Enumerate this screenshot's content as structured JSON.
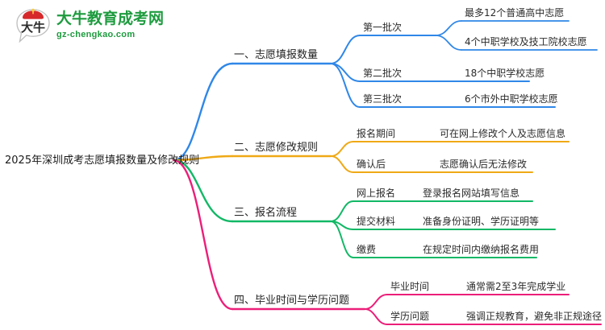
{
  "logo": {
    "mark_text": "大牛",
    "name_cn": "大牛教育成考网",
    "name_en": "gz-chengkao.com",
    "brand_green": "#1e9b3f",
    "brand_red": "#d6282b"
  },
  "mindmap": {
    "root": {
      "label": "2025年深圳成考志愿填报数量及修改规则"
    },
    "branches": [
      {
        "label": "一、志愿填报数量",
        "color": "#2f87e8",
        "children": [
          {
            "label": "第一批次",
            "children": [
              {
                "label": "最多12个普通高中志愿"
              },
              {
                "label": "4个中职学校及技工院校志愿"
              }
            ]
          },
          {
            "label": "第二批次",
            "children": [
              {
                "label": "18个中职学校志愿"
              }
            ]
          },
          {
            "label": "第三批次",
            "children": [
              {
                "label": "6个市外中职学校志愿"
              }
            ]
          }
        ]
      },
      {
        "label": "二、志愿修改规则",
        "color": "#efa916",
        "children": [
          {
            "label": "报名期间",
            "children": [
              {
                "label": "可在网上修改个人及志愿信息"
              }
            ]
          },
          {
            "label": "确认后",
            "children": [
              {
                "label": "志愿确认后无法修改"
              }
            ]
          }
        ]
      },
      {
        "label": "三、报名流程",
        "color": "#14b濃"
      },
      {
        "label": "四、毕业时间与学历问题",
        "color": "#ec1e79"
      }
    ],
    "branch3": {
      "label": "三、报名流程",
      "color": "#12b866",
      "children": [
        {
          "label": "网上报名",
          "children": [
            {
              "label": "登录报名网站填写信息"
            }
          ]
        },
        {
          "label": "提交材料",
          "children": [
            {
              "label": "准备身份证明、学历证明等"
            }
          ]
        },
        {
          "label": "缴费",
          "children": [
            {
              "label": "在规定时间内缴纳报名费用"
            }
          ]
        }
      ]
    },
    "branch4": {
      "label": "四、毕业时间与学历问题",
      "color": "#ec1e79",
      "children": [
        {
          "label": "毕业时间",
          "children": [
            {
              "label": "通常需2至3年完成学业"
            }
          ]
        },
        {
          "label": "学历问题",
          "children": [
            {
              "label": "强调正规教育，避免非正规途径"
            }
          ]
        }
      ]
    }
  },
  "colors": {
    "blue": "#2f87e8",
    "orange": "#efa916",
    "green": "#12b866",
    "pink": "#ec1e79"
  }
}
